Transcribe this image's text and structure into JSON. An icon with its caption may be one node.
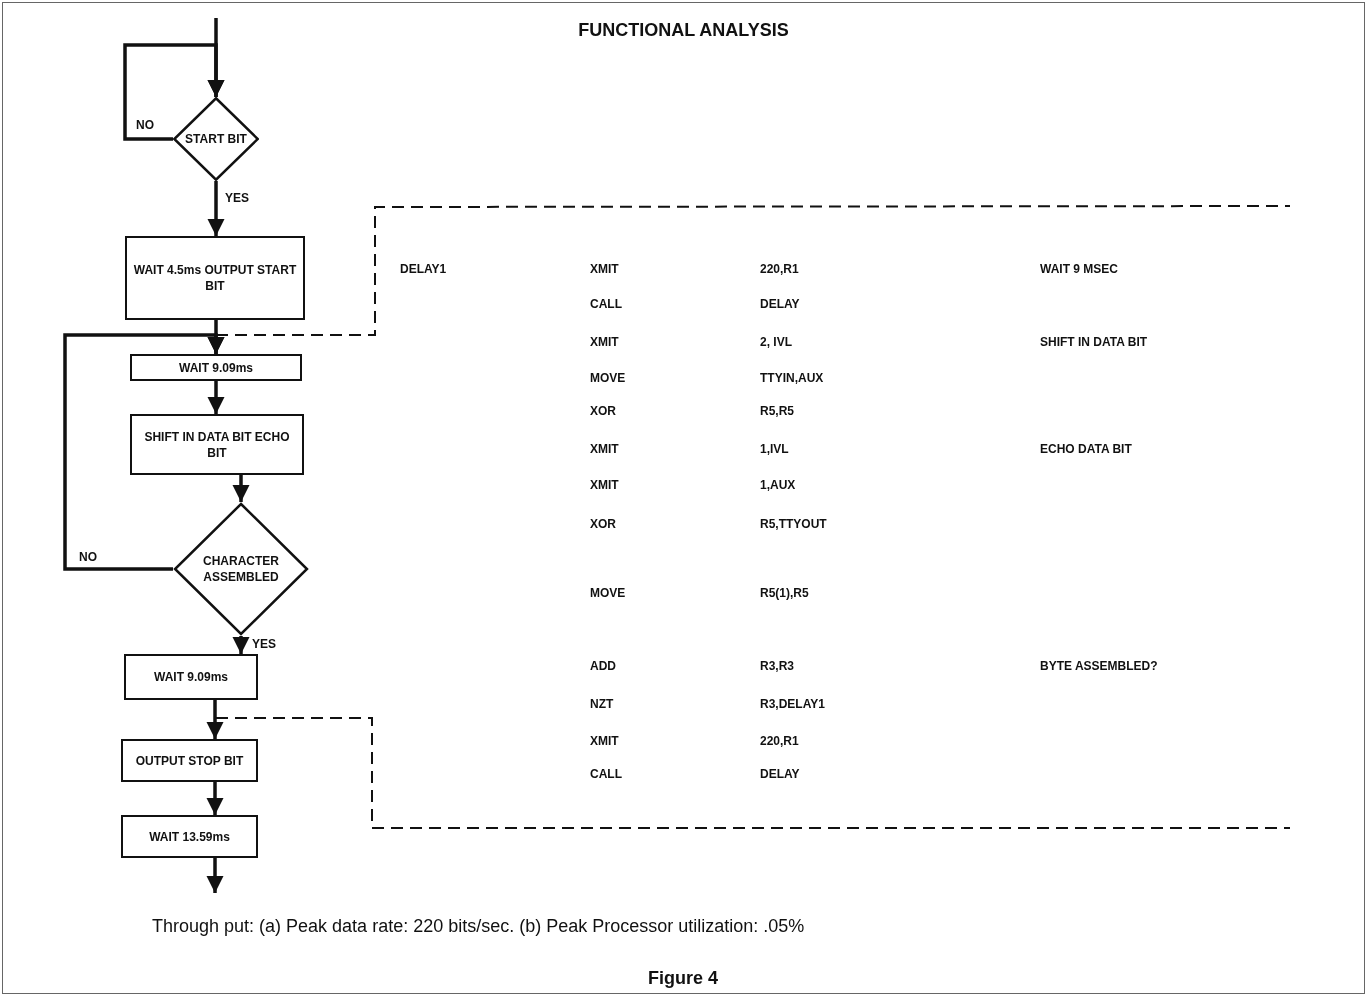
{
  "diagram": {
    "title": "FUNCTIONAL ANALYSIS",
    "caption": "Figure 4",
    "nodes": [
      {
        "text": [
          "START BIT"
        ]
      },
      {
        "text": [
          "WAIT 4.5ms OUTPUT START BIT"
        ]
      },
      {
        "text": [
          "WAIT 9.09ms"
        ]
      },
      {
        "text": [
          "SHIFT IN DATA BIT ECHO BIT"
        ]
      },
      {
        "text": [
          "CHARACTER ASSEMBLED"
        ]
      },
      {
        "text": [
          "WAIT 9.09ms"
        ]
      },
      {
        "text": [
          "OUTPUT STOP BIT"
        ]
      },
      {
        "text": [
          "WAIT 13.59ms"
        ]
      }
    ],
    "edges": [
      {
        "from": null,
        "to": 0,
        "arrow": "to"
      },
      {
        "from": 0,
        "to": 0,
        "label": "NO",
        "arrow": "to"
      },
      {
        "from": 0,
        "to": 1,
        "label": "YES",
        "arrow": "to"
      },
      {
        "from": 1,
        "to": 2,
        "arrow": "to"
      },
      {
        "from": 2,
        "to": 3,
        "arrow": "to"
      },
      {
        "from": 3,
        "to": 4,
        "arrow": "to"
      },
      {
        "from": 4,
        "to": 2,
        "label": "NO",
        "arrow": "to"
      },
      {
        "from": 4,
        "to": 5,
        "label": "YES",
        "arrow": "to"
      },
      {
        "from": 5,
        "to": 6,
        "arrow": "to"
      },
      {
        "from": 6,
        "to": 7,
        "arrow": "to"
      },
      {
        "from": 7,
        "to": null,
        "arrow": "to"
      }
    ],
    "labels": [
      "DELAY1",
      "XMIT",
      "220,R1",
      "WAIT 9 MSEC",
      "CALL",
      "DELAY",
      "XMIT",
      "2, IVL",
      "SHIFT IN DATA BIT",
      "MOVE",
      "TTYIN,AUX",
      "XOR",
      "R5,R5",
      "XMIT",
      "1,IVL",
      "ECHO DATA BIT",
      "XMIT",
      "1,AUX",
      "XOR",
      "R5,TTYOUT",
      "MOVE",
      "R5(1),R5",
      "ADD",
      "R3,R3",
      "BYTE ASSEMBLED?",
      "NZT",
      "R3,DELAY1",
      "XMIT",
      "220,R1",
      "CALL",
      "DELAY",
      "Through put: (a) Peak data rate: 220 bits/sec. (b) Peak Processor utilization: .05%"
    ]
  }
}
